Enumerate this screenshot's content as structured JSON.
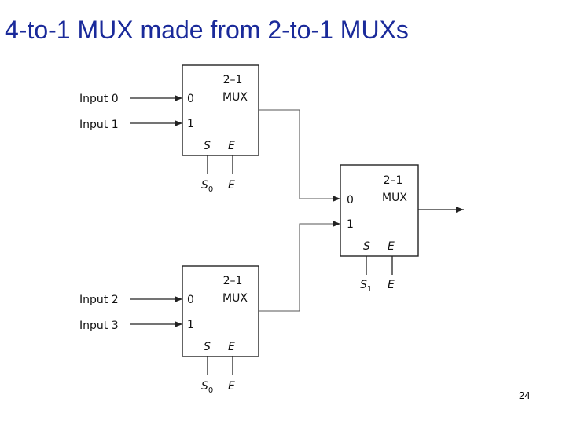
{
  "slide": {
    "title": "4-to-1 MUX made from 2-to-1 MUXs",
    "page_number": "24"
  },
  "diagram": {
    "mux_top": {
      "name_line1": "2–1",
      "name_line2": "MUX",
      "pin0": "0",
      "pin1": "1",
      "pin_s": "S",
      "pin_e": "E",
      "input0_label": "Input 0",
      "input1_label": "Input 1",
      "select_label": "S",
      "select_sub": "0",
      "enable_label": "E"
    },
    "mux_bottom": {
      "name_line1": "2–1",
      "name_line2": "MUX",
      "pin0": "0",
      "pin1": "1",
      "pin_s": "S",
      "pin_e": "E",
      "input0_label": "Input 2",
      "input1_label": "Input 3",
      "select_label": "S",
      "select_sub": "0",
      "enable_label": "E"
    },
    "mux_final": {
      "name_line1": "2–1",
      "name_line2": "MUX",
      "pin0": "0",
      "pin1": "1",
      "pin_s": "S",
      "pin_e": "E",
      "select_label": "S",
      "select_sub": "1",
      "enable_label": "E"
    }
  }
}
